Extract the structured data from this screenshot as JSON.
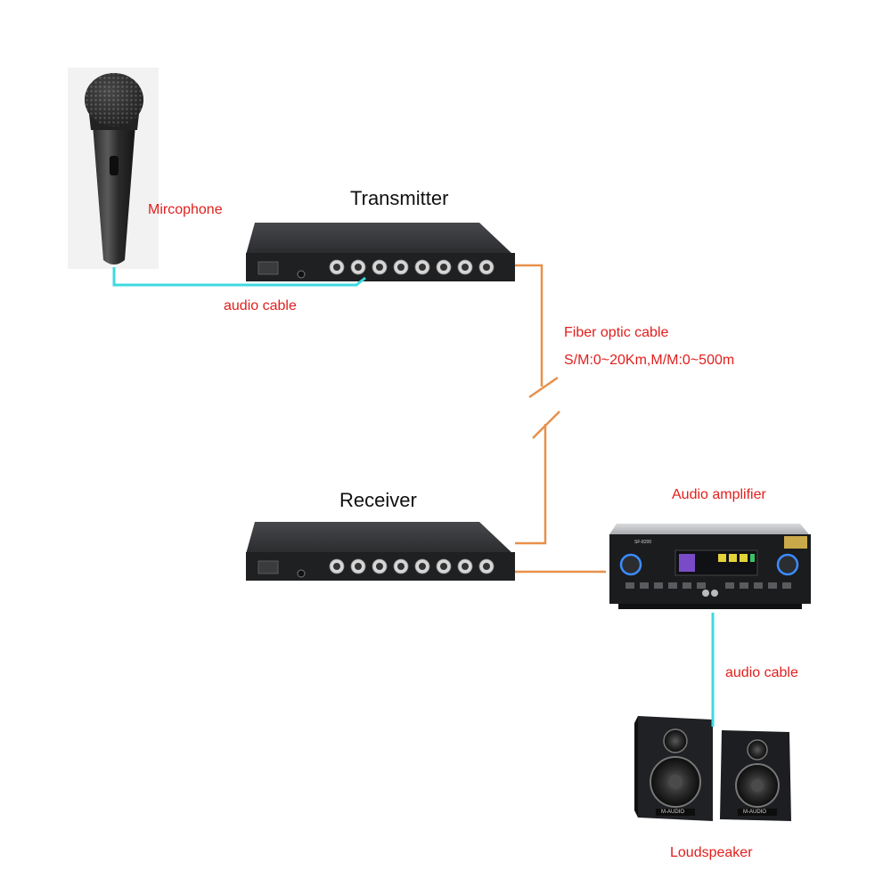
{
  "labels": {
    "microphone": "Mircophone",
    "transmitter": "Transmitter",
    "receiver": "Receiver",
    "audio_cable_top": "audio cable",
    "fiber_line1": "Fiber optic cable",
    "fiber_line2": "S/M:0~20Km,M/M:0~500m",
    "audio_amplifier": "Audio amplifier",
    "audio_cable_bottom": "audio cable",
    "loudspeaker": "Loudspeaker"
  },
  "device_text": {
    "amp_model": "SF-8200",
    "speaker_brand": "M-AUDIO"
  },
  "colors": {
    "label_red": "#e0201e",
    "audio_cable": "#3fd8e0",
    "fiber_cable": "#e8904a",
    "device_dark": "#1f2022"
  }
}
